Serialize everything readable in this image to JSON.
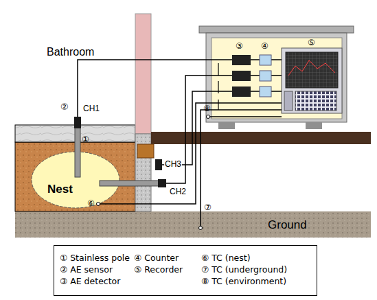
{
  "diagram": {
    "nodes": [
      {
        "text": [
          "Nest"
        ]
      },
      {
        "text": [
          "① Stainless pole",
          "② AE sensor",
          "③ AE detector",
          "④ Counter",
          "⑤ Recorder",
          "⑥ TC (nest)",
          "⑦ TC (underground)",
          "⑧ TC (environment)"
        ]
      }
    ],
    "labels": [
      "Bathroom",
      "Ground",
      "②",
      "CH1",
      "①",
      "③",
      "④",
      "⑤",
      "CH3",
      "CH2",
      "⑥",
      "⑦",
      "⑧"
    ]
  }
}
